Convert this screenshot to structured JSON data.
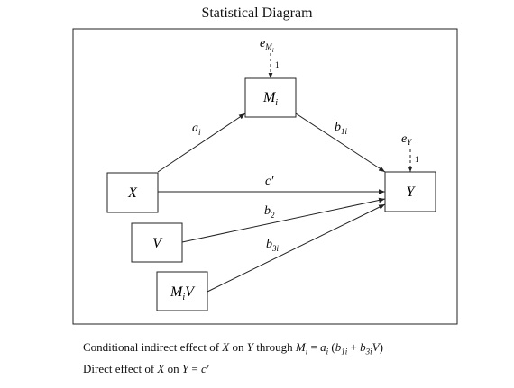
{
  "title": "Statistical Diagram",
  "nodes": {
    "x": "X",
    "mi": {
      "base": "M",
      "sub": "i"
    },
    "y": "Y",
    "v": "V",
    "miv": {
      "base": "M",
      "sub": "i",
      "tail": "V"
    }
  },
  "errors": {
    "em": {
      "base": "e",
      "sub": "M",
      "subsub": "i",
      "weight": "1"
    },
    "ey": {
      "base": "e",
      "sub": "Y",
      "weight": "1"
    }
  },
  "paths": {
    "a": {
      "base": "a",
      "sub": "i"
    },
    "b1": {
      "base": "b",
      "sub": "1i"
    },
    "c": "c′",
    "b2": {
      "base": "b",
      "sub": "2"
    },
    "b3": {
      "base": "b",
      "sub": "3i"
    }
  },
  "captions": {
    "line1": {
      "t1": "Conditional indirect effect of ",
      "x": "X",
      "t2": " on ",
      "y": "Y",
      "t3": " through ",
      "m": "M",
      "msub": "i",
      "t4": " = ",
      "a": "a",
      "asub": "i",
      "t5": " (",
      "b1": "b",
      "b1sub": "1i",
      "t6": " + ",
      "b3": "b",
      "b3sub": "3i",
      "v": "V",
      "t7": ")"
    },
    "line2": {
      "t1": "Direct effect of ",
      "x": "X",
      "t2": " on ",
      "y": "Y",
      "t3": " = ",
      "c": "c′"
    }
  }
}
